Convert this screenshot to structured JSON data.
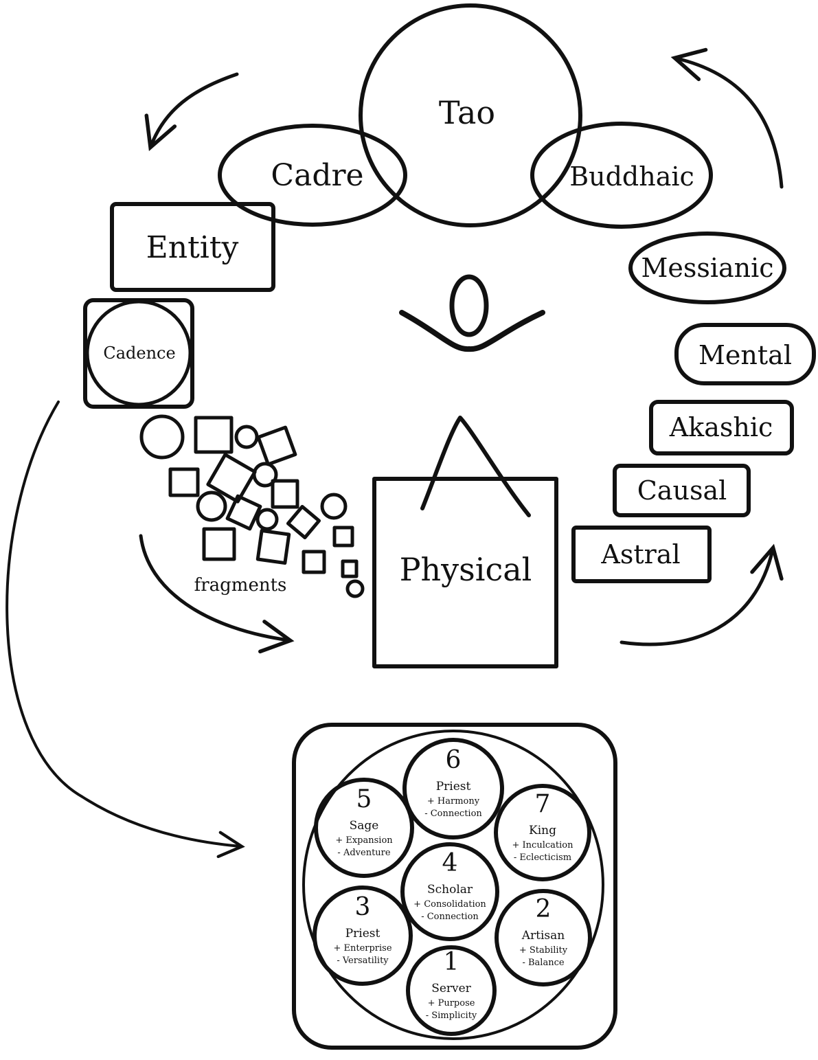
{
  "top_ellipses": {
    "tao": "Tao",
    "cadre": "Cadre",
    "buddhaic": "Buddhaic"
  },
  "entity": "Entity",
  "cadence": "Cadence",
  "fragments": "fragments",
  "physical": "Physical",
  "planes": {
    "messianic": "Messianic",
    "mental": "Mental",
    "akashic": "Akashic",
    "causal": "Causal",
    "astral": "Astral"
  },
  "roles": [
    {
      "number": "1",
      "role": "Server",
      "plus": "+ Purpose",
      "minus": "- Simplicity"
    },
    {
      "number": "2",
      "role": "Artisan",
      "plus": "+ Stability",
      "minus": "- Balance"
    },
    {
      "number": "3",
      "role": "Priest",
      "plus": "+ Enterprise",
      "minus": "- Versatility"
    },
    {
      "number": "4",
      "role": "Scholar",
      "plus": "+ Consolidation",
      "minus": "- Connection"
    },
    {
      "number": "5",
      "role": "Sage",
      "plus": "+ Expansion",
      "minus": "- Adventure"
    },
    {
      "number": "6",
      "role": "Priest",
      "plus": "+ Harmony",
      "minus": "- Connection"
    },
    {
      "number": "7",
      "role": "King",
      "plus": "+ Inculcation",
      "minus": "- Eclecticism"
    }
  ]
}
